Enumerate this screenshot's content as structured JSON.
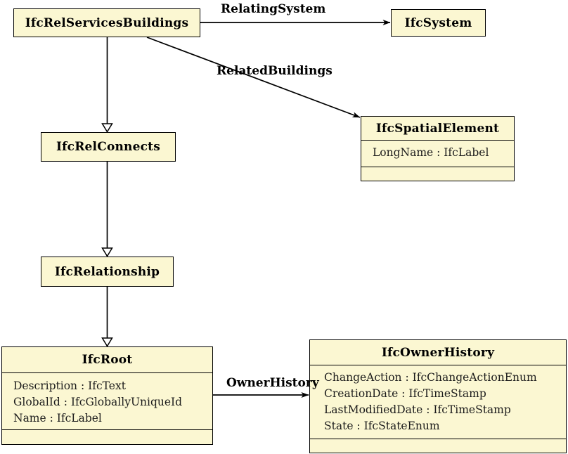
{
  "classes": {
    "relServicesBuildings": {
      "title": "IfcRelServicesBuildings",
      "attributes": []
    },
    "system": {
      "title": "IfcSystem",
      "attributes": []
    },
    "spatialElement": {
      "title": "IfcSpatialElement",
      "attributes": [
        "LongName : IfcLabel"
      ]
    },
    "relConnects": {
      "title": "IfcRelConnects",
      "attributes": []
    },
    "relationship": {
      "title": "IfcRelationship",
      "attributes": []
    },
    "root": {
      "title": "IfcRoot",
      "attributes": [
        "Description : IfcText",
        "GlobalId : IfcGloballyUniqueId",
        "Name : IfcLabel"
      ]
    },
    "ownerHistory": {
      "title": "IfcOwnerHistory",
      "attributes": [
        "ChangeAction : IfcChangeActionEnum",
        "CreationDate : IfcTimeStamp",
        "LastModifiedDate : IfcTimeStamp",
        "State : IfcStateEnum"
      ]
    }
  },
  "edges": {
    "relatingSystem": {
      "label": "RelatingSystem",
      "from": "IfcRelServicesBuildings",
      "to": "IfcSystem",
      "kind": "association"
    },
    "relatedBuildings": {
      "label": "RelatedBuildings",
      "from": "IfcRelServicesBuildings",
      "to": "IfcSpatialElement",
      "kind": "association"
    },
    "ownerHistory": {
      "label": "OwnerHistory",
      "from": "IfcRoot",
      "to": "IfcOwnerHistory",
      "kind": "association"
    },
    "gen1": {
      "label": "",
      "from": "IfcRelServicesBuildings",
      "to": "IfcRelConnects",
      "kind": "generalization"
    },
    "gen2": {
      "label": "",
      "from": "IfcRelConnects",
      "to": "IfcRelationship",
      "kind": "generalization"
    },
    "gen3": {
      "label": "",
      "from": "IfcRelationship",
      "to": "IfcRoot",
      "kind": "generalization"
    }
  },
  "colors": {
    "box_fill": "#FBF7D2",
    "box_border": "#000000",
    "edge_color": "#000000",
    "background": "#FFFFFF"
  }
}
